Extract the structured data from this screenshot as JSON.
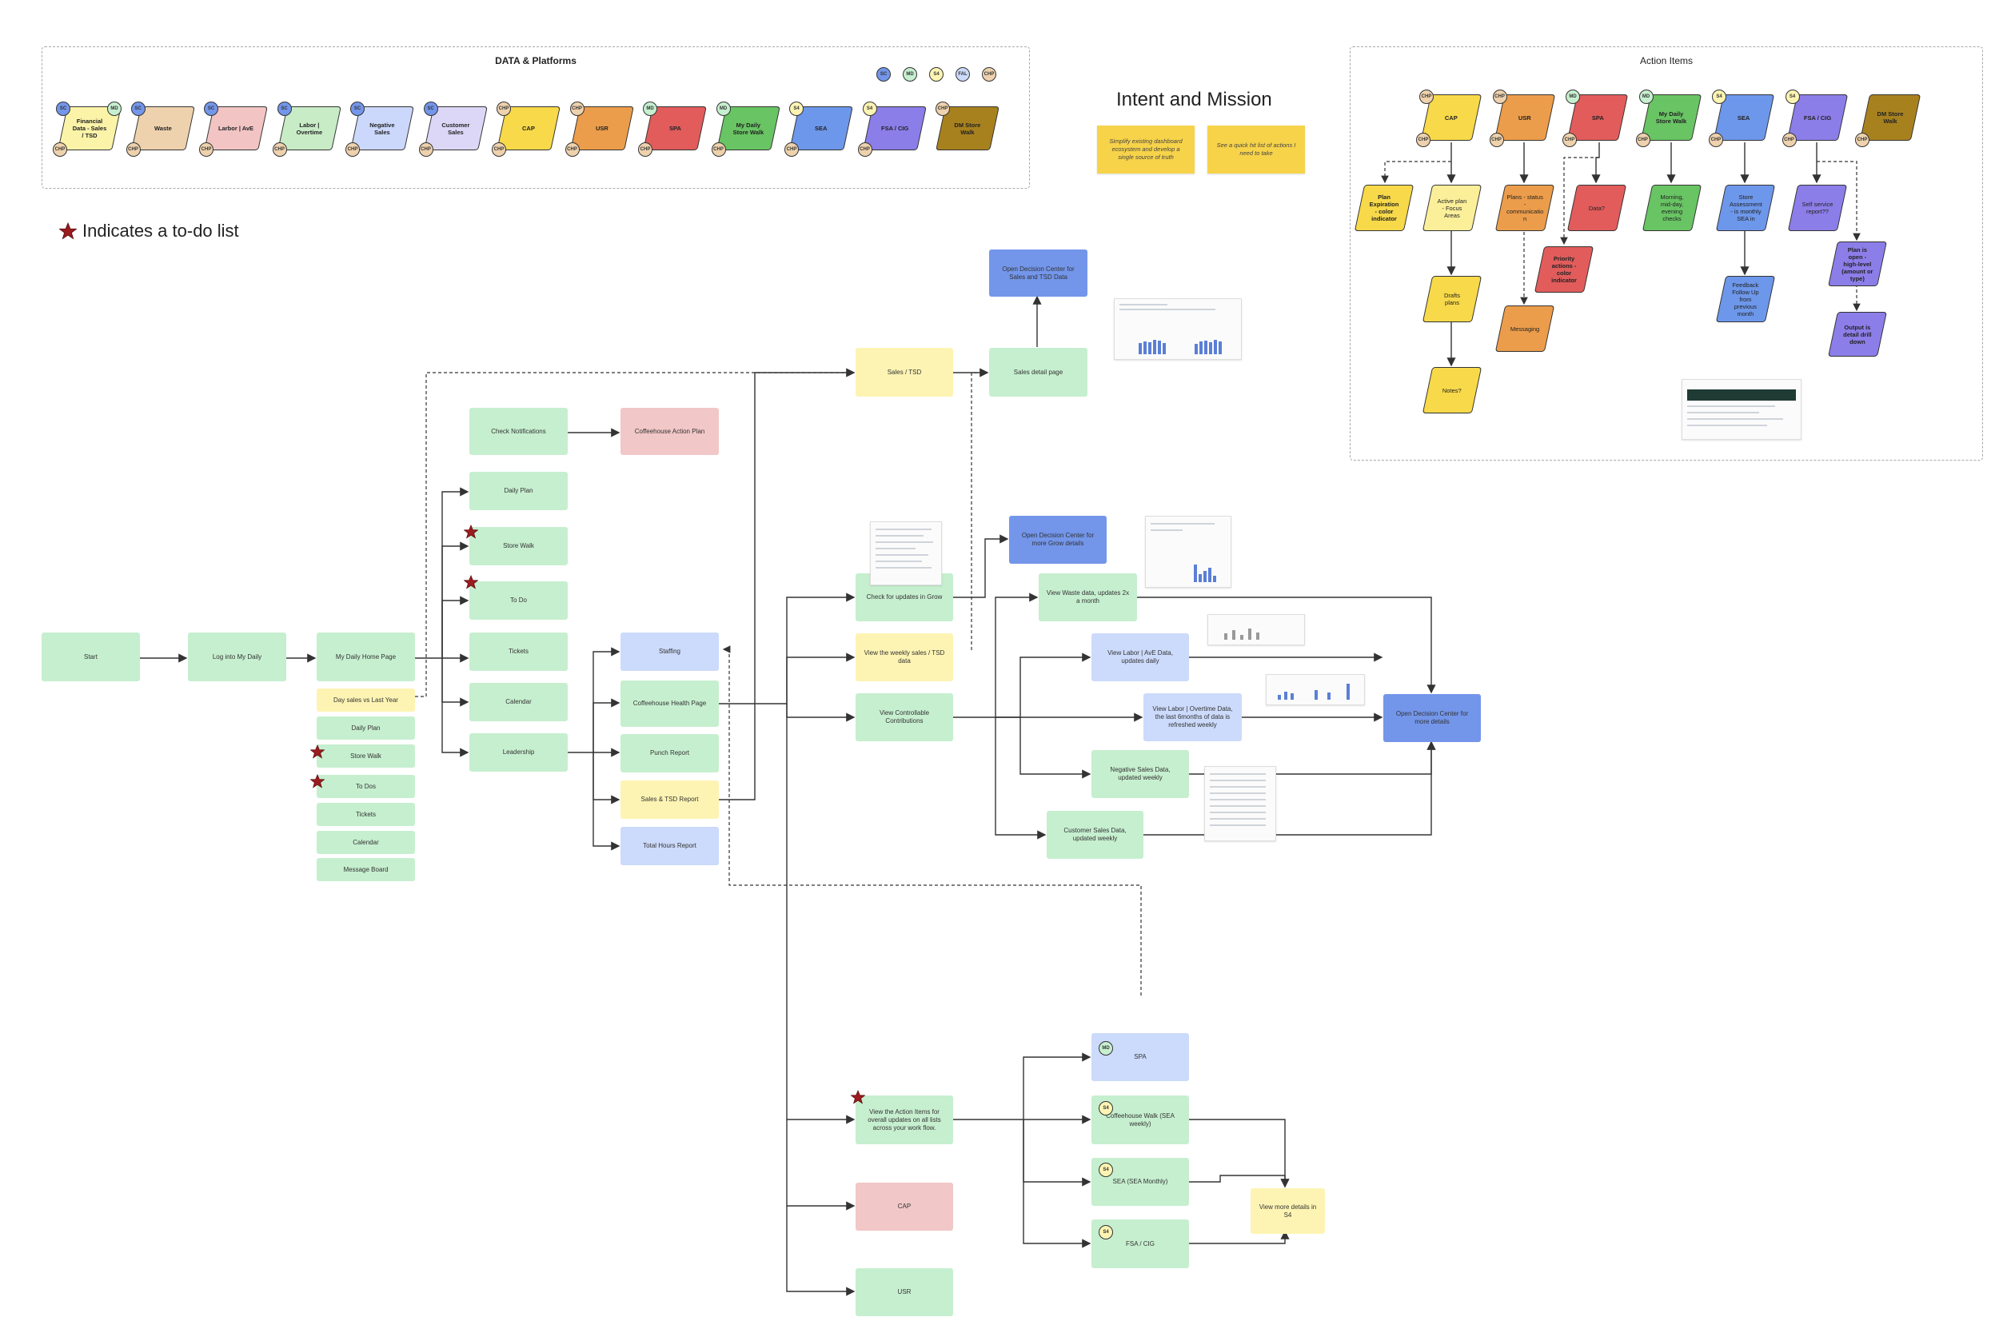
{
  "colors": {
    "green": "#c6efcf",
    "yellow": "#fdf4b3",
    "blue": "#ccdafb",
    "pink": "#f1c7c7",
    "dark_blue": "#7396ea",
    "sticky": "#f7d34a",
    "star": "#9b1b1f",
    "edge": "#333333"
  },
  "groups": {
    "data_platforms": "DATA & Platforms",
    "action_items": "Action Items"
  },
  "mission": {
    "title": "Intent and Mission",
    "notes": [
      "Simplify existing dashboard ecosystem and develop a single source of truth",
      "See a quick hit list of actions I need to take"
    ]
  },
  "legend": {
    "text": "Indicates a to-do list"
  },
  "platform_badges": [
    "SC",
    "MD",
    "S4",
    "FAL",
    "CHP"
  ],
  "platforms": [
    {
      "label": "Financial Data - Sales / TSD",
      "color": "#fbf3a8",
      "badges": [
        "SC",
        "MD",
        "CHP"
      ]
    },
    {
      "label": "Waste",
      "color": "#eed2ad",
      "badges": [
        "SC",
        "CHP"
      ]
    },
    {
      "label": "Larbor | AvE",
      "color": "#f2c4c4",
      "badges": [
        "SC",
        "CHP"
      ]
    },
    {
      "label": "Labor | Overtime",
      "color": "#c8ecc6",
      "badges": [
        "SC",
        "CHP"
      ]
    },
    {
      "label": "Negative Sales",
      "color": "#cbd8fb",
      "badges": [
        "SC",
        "CHP"
      ]
    },
    {
      "label": "Customer Sales",
      "color": "#dcd6f7",
      "badges": [
        "SC",
        "CHP"
      ]
    },
    {
      "label": "CAP",
      "color": "#f7d94a",
      "badges": [
        "CHP",
        "CHP"
      ]
    },
    {
      "label": "USR",
      "color": "#ec9d4b",
      "badges": [
        "CHP",
        "CHP"
      ]
    },
    {
      "label": "SPA",
      "color": "#e25c5c",
      "badges": [
        "MD",
        "CHP"
      ]
    },
    {
      "label": "My Daily Store Walk",
      "color": "#69c464",
      "badges": [
        "MD",
        "CHP"
      ]
    },
    {
      "label": "SEA",
      "color": "#6d97ea",
      "badges": [
        "S4",
        "CHP"
      ]
    },
    {
      "label": "FSA / CIG",
      "color": "#8b7ee8",
      "badges": [
        "S4",
        "CHP"
      ]
    },
    {
      "label": "DM Store Walk",
      "color": "#a8811f",
      "badges": [
        "CHP"
      ]
    }
  ],
  "action_items": [
    {
      "label": "CAP",
      "color": "#f7d94a",
      "badges": [
        "CHP",
        "CHP"
      ]
    },
    {
      "label": "USR",
      "color": "#ec9d4b",
      "badges": [
        "CHP",
        "CHP"
      ]
    },
    {
      "label": "SPA",
      "color": "#e25c5c",
      "badges": [
        "MD",
        "CHP"
      ]
    },
    {
      "label": "My Daily Store Walk",
      "color": "#69c464",
      "badges": [
        "MD",
        "CHP"
      ]
    },
    {
      "label": "SEA",
      "color": "#6d97ea",
      "badges": [
        "S4",
        "CHP"
      ]
    },
    {
      "label": "FSA / CIG",
      "color": "#8b7ee8",
      "badges": [
        "S4",
        "CHP"
      ]
    },
    {
      "label": "DM Store Walk",
      "color": "#a8811f",
      "badges": [
        "CHP"
      ]
    }
  ],
  "action_subitems": {
    "plan_expiration": "Plan Expiration - color indicator",
    "active_plan": "Active plan - Focus Areas",
    "drafts_plans": "Drafts plans",
    "notes": "Notes?",
    "plans_status": "Plans - status - communicatio n",
    "messaging": "Messaging",
    "priority_actions": "Priority actions - color indicator",
    "data_q": "Data?",
    "morning_mid": "Morning, mid-day, evening checks",
    "store_assessment": "Store Assessment - is monthly SEA in",
    "feedback": "Feedback Follow Up from previous month",
    "self_service": "Self service report??",
    "plan_open": "Plan is open - high-level (amount or type)",
    "output_detail": "Output is detail drill down"
  },
  "flow": {
    "start": "Start",
    "log_into": "Log into My Daily",
    "home_page": "My Daily Home Page",
    "day_sales": "Day sales vs Last Year",
    "daily_plan_s": "Daily Plan",
    "store_walk_s": "Store Walk",
    "to_dos_s": "To Dos",
    "tickets_s": "Tickets",
    "calendar_s": "Calendar",
    "message_board": "Message Board",
    "check_notifications": "Check Notifications",
    "coffeehouse_action_plan": "Coffeehouse Action Plan",
    "daily_plan": "Daily Plan",
    "store_walk": "Store Walk",
    "to_do": "To Do",
    "tickets": "Tickets",
    "calendar": "Calendar",
    "leadership": "Leadership",
    "staffing": "Staffing",
    "coffeehouse_health": "Coffeehouse Health Page",
    "punch_report": "Punch Report",
    "sales_tsd_report": "Sales & TSD Report",
    "total_hours_report": "Total Hours Report",
    "sales_tsd": "Sales / TSD",
    "sales_detail": "Sales detail page",
    "open_dc_sales": "Open Decision Center for Sales and TSD Data",
    "check_grow": "Check for updates in Grow",
    "open_dc_grow": "Open Decision Center for more Grow details",
    "view_weekly_sales": "View the weekly sales / TSD data",
    "view_controllable": "View Controllable Contributions",
    "view_waste": "View Waste data, updates 2x a month",
    "view_labor_ave": "View Labor | AvE Data, updates daily",
    "view_labor_overtime": "View Labor | Overtime Data, the last 6months of data is refreshed weekly",
    "negative_sales": "Negative Sales Data, updated weekly",
    "customer_sales": "Customer Sales Data, updated weekly",
    "open_dc_more": "Open Decision Center for more details",
    "view_action_items": "View the Action Items for overall updates on all lists across your work flow.",
    "cap": "CAP",
    "usr": "USR",
    "spa": "SPA",
    "coffeehouse_walk": "Coffeehouse Walk (SEA weekly)",
    "sea_monthly": "SEA (SEA Monthly)",
    "fsa_cig": "FSA / CIG",
    "view_more_s4": "View more details in S4"
  },
  "flow_badges": {
    "spa": "MD",
    "coffeehouse_walk": "S4",
    "sea_monthly": "S4",
    "fsa_cig": "S4"
  }
}
